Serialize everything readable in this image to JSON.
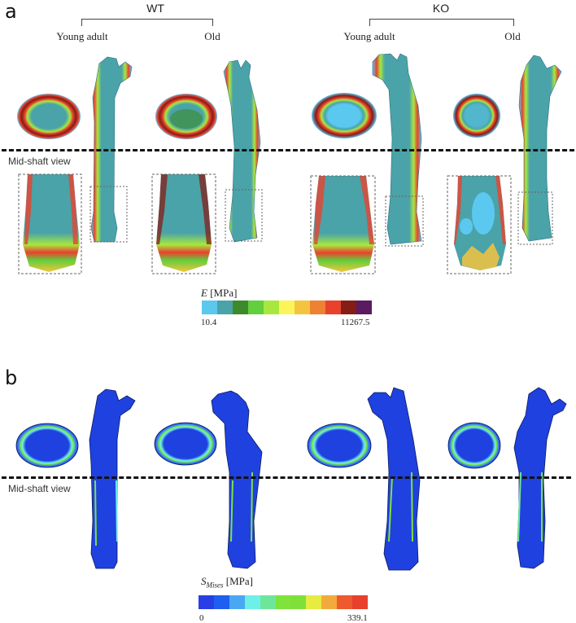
{
  "panel_a": {
    "letter": "a",
    "groups": [
      {
        "label": "WT",
        "sub_labels": [
          "Young adult",
          "Old"
        ]
      },
      {
        "label": "KO",
        "sub_labels": [
          "Young adult",
          "Old"
        ]
      }
    ],
    "midshaft_label": "Mid-shaft view",
    "colorbar": {
      "title_symbol": "E",
      "title_unit": "[MPa]",
      "min_label": "10.4",
      "max_label": "11267.5",
      "colors": [
        "#5bc8f0",
        "#4aa3a8",
        "#3d8a2c",
        "#62cf3c",
        "#a8e83e",
        "#fbf55a",
        "#f5c43e",
        "#ee8132",
        "#e8422e",
        "#861c16",
        "#5c1b5e"
      ]
    }
  },
  "panel_b": {
    "letter": "b",
    "midshaft_label": "Mid-shaft view",
    "colorbar": {
      "title_symbol": "S",
      "title_subscript": "Mises",
      "title_unit": "[MPa]",
      "min_label": "0",
      "max_label": "339.1",
      "colors": [
        "#2a3ee6",
        "#1e5ef0",
        "#4aa8f2",
        "#6ef0e8",
        "#6ee69a",
        "#7ee33a",
        "#80e03a",
        "#e6ec40",
        "#f2aa3c",
        "#ec5a2e",
        "#e8402c"
      ]
    }
  },
  "chart_data": {
    "type": "heatmap",
    "title": "",
    "panels": [
      {
        "id": "a",
        "quantity": "E [MPa] (elastic modulus)",
        "range": [
          10.4,
          11267.5
        ],
        "columns": [
          "WT Young adult",
          "WT Old",
          "KO Young adult",
          "KO Old"
        ],
        "views": [
          "mid-shaft cross-section",
          "full femur",
          "distal zoom"
        ]
      },
      {
        "id": "b",
        "quantity": "S_Mises [MPa] (von Mises stress)",
        "range": [
          0,
          339.1
        ],
        "columns": [
          "WT Young adult",
          "WT Old",
          "KO Young adult",
          "KO Old"
        ],
        "views": [
          "mid-shaft cross-section",
          "full femur"
        ]
      }
    ]
  }
}
